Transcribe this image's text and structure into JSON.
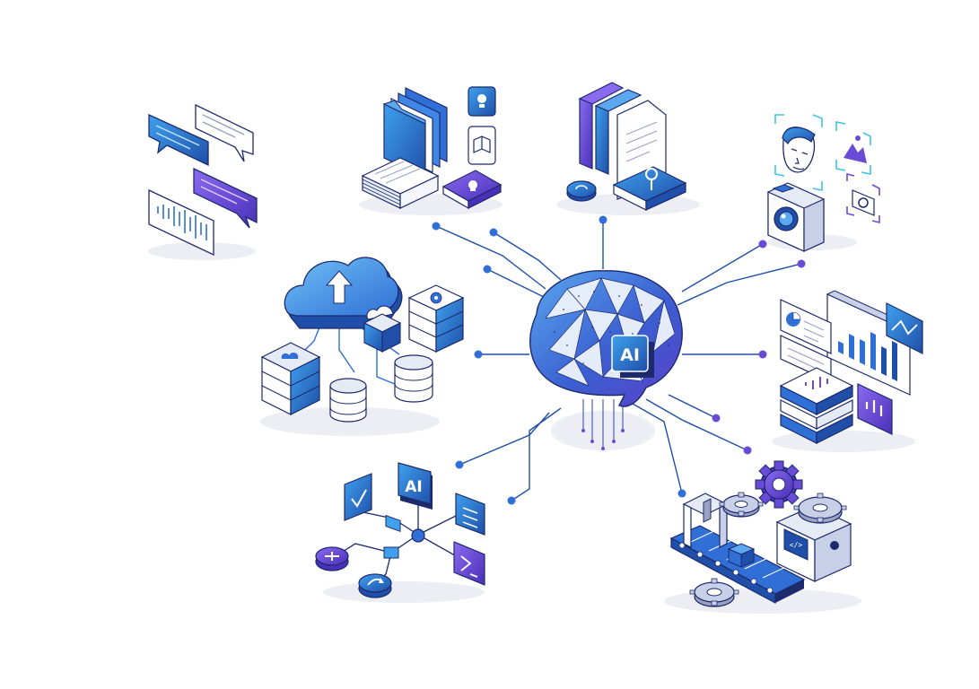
{
  "center": {
    "badge_label": "AI"
  },
  "workflow": {
    "badge_label": "AI"
  },
  "automation": {
    "code_label": "</>"
  },
  "colors": {
    "primary_blue": "#2f6fd6",
    "deep_blue": "#1f4fa8",
    "purple": "#6a4bd8",
    "cyan": "#3fc3e8",
    "navy_line": "#1d2a6b",
    "shadow": "#eceef4"
  },
  "clusters": [
    {
      "name": "chat-bubbles",
      "icon": "chat-icon"
    },
    {
      "name": "documents-folders",
      "icon": "folder-icon"
    },
    {
      "name": "knowledge-library",
      "icon": "book-icon"
    },
    {
      "name": "vision-recognition",
      "icon": "camera-icon"
    },
    {
      "name": "cloud-storage",
      "icon": "cloud-icon"
    },
    {
      "name": "analytics-dashboard",
      "icon": "chart-icon"
    },
    {
      "name": "ai-workflow",
      "icon": "flowchart-icon"
    },
    {
      "name": "automation-factory",
      "icon": "gear-icon"
    }
  ]
}
